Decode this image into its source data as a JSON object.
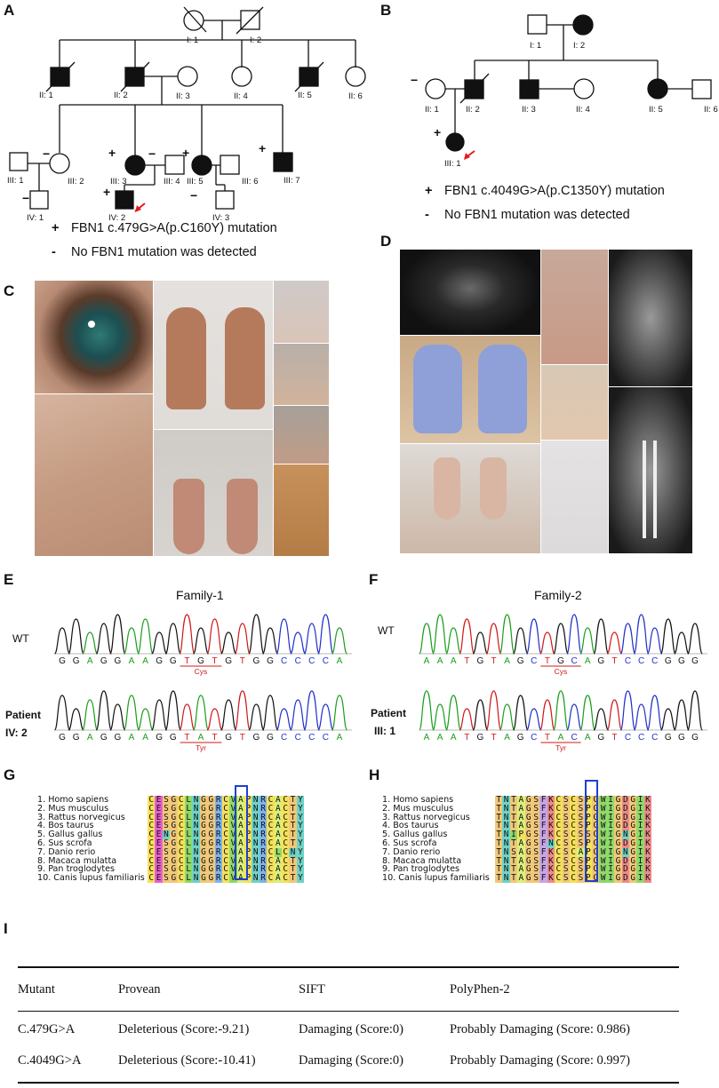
{
  "panels": {
    "A": "A",
    "B": "B",
    "C": "C",
    "D": "D",
    "E": "E",
    "F": "F",
    "G": "G",
    "H": "H",
    "I": "I"
  },
  "pedigreeA": {
    "labels": [
      "I: 1",
      "I: 2",
      "II: 1",
      "II: 2",
      "II: 3",
      "II: 4",
      "II: 5",
      "II: 6",
      "III: 1",
      "III: 2",
      "III: 3",
      "III: 4",
      "III: 5",
      "III: 6",
      "III: 7",
      "IV: 1",
      "IV: 2",
      "IV: 3"
    ],
    "legend_plus": "FBN1 c.479G>A(p.C160Y) mutation",
    "legend_minus": "No FBN1 mutation was detected",
    "plus_symbol": "+",
    "minus_symbol": "-"
  },
  "pedigreeB": {
    "labels": [
      "I: 1",
      "I: 2",
      "II: 1",
      "II: 2",
      "II: 3",
      "II: 4",
      "II: 5",
      "II: 6",
      "III: 1"
    ],
    "legend_plus": "FBN1 c.4049G>A(p.C1350Y) mutation",
    "legend_minus": "No FBN1 mutation was detected"
  },
  "chromE": {
    "title": "Family-1",
    "wt_label": "WT",
    "patient_label": "Patient",
    "patient_id": "IV: 2",
    "wt_seq": [
      "G",
      "G",
      "A",
      "G",
      "G",
      "A",
      "A",
      "G",
      "G",
      "T",
      "G",
      "T",
      "G",
      "T",
      "G",
      "G",
      "C",
      "C",
      "C",
      "C",
      "A"
    ],
    "pt_seq": [
      "G",
      "G",
      "A",
      "G",
      "G",
      "A",
      "A",
      "G",
      "G",
      "T",
      "A",
      "T",
      "G",
      "T",
      "G",
      "G",
      "C",
      "C",
      "C",
      "C",
      "A"
    ],
    "wt_codon": "Cys",
    "pt_codon": "Tyr"
  },
  "chromF": {
    "title": "Family-2",
    "wt_label": "WT",
    "patient_label": "Patient",
    "patient_id": "III: 1",
    "wt_seq": [
      "A",
      "A",
      "A",
      "T",
      "G",
      "T",
      "A",
      "G",
      "C",
      "T",
      "G",
      "C",
      "A",
      "G",
      "T",
      "C",
      "C",
      "C",
      "G",
      "G",
      "G"
    ],
    "pt_seq": [
      "A",
      "A",
      "A",
      "T",
      "G",
      "T",
      "A",
      "G",
      "C",
      "T",
      "A",
      "C",
      "A",
      "G",
      "T",
      "C",
      "C",
      "C",
      "G",
      "G",
      "G"
    ],
    "wt_codon": "Cys",
    "pt_codon": "Tyr"
  },
  "alignment": {
    "species": [
      "1. Homo sapiens",
      "2. Mus musculus",
      "3. Rattus norvegicus",
      "4. Bos taurus",
      "5. Gallus gallus",
      "6. Sus scrofa",
      "7. Danio rerio",
      "8. Macaca mulatta",
      "9. Pan troglodytes",
      "10. Canis lupus familiaris"
    ],
    "G_seqs": [
      "CESGCLNGGRCVAPNRCACTY",
      "CESGCLNGGRCVAPNRCACTY",
      "CESGCLNGGRCVAPNRCACTY",
      "CESGCLNGGRCVAPNRCACTY",
      "CENGCLNGGRCVAPNRCACTY",
      "CESGCLNGGRCVAPNRCACTY",
      "CESGCLNGGRCVAPNRCLCNY",
      "CESGCLNGGRCVAPNRCACTY",
      "CESGCLNGGRCVAPNRCACTY",
      "CESGCLNGGRCVAPNRCACTY"
    ],
    "H_seqs": [
      "TNTAGSFKCSCSPGWIGDGIK",
      "TNTAGSFKCSCSPGWIGDGIK",
      "TNTAGSFKCSCSPGWIGDGIK",
      "TNTAGSFKCSCSPGWIGDGIK",
      "TNIPGSFKCSCSSGWIGNGIK",
      "TNTAGSFNCSCSPGWIGDGIK",
      "TNSAGSFKCSCAPGWIGNGIK",
      "TNTAGSFKCSCSPGWIGDGIK",
      "TNTAGSFKCSCSPGWIGDGIK",
      "TNTAGSFKCSCSPGWIGDGIK"
    ],
    "colors": {
      "C": "#f5e15a",
      "E": "#e85fd0",
      "N": "#6fd3c8",
      "G": "#f0c878",
      "L": "#8fd96a",
      "R": "#7fb3ee",
      "V": "#8fd96a",
      "A": "#d9f07a",
      "P": "#f5e15a",
      "T": "#f0c878",
      "Y": "#6fd3c8",
      "S": "#f0c878",
      "K": "#ee8a8a",
      "F": "#c6a5e8",
      "W": "#8fd96a",
      "I": "#8fd96a",
      "D": "#ee8a8a",
      "H": "#7fb3ee"
    }
  },
  "table": {
    "headers": [
      "Mutant",
      "Provean",
      "SIFT",
      "PolyPhen-2"
    ],
    "rows": [
      [
        "C.479G>A",
        "Deleterious (Score:-9.21)",
        "Damaging (Score:0)",
        "Probably Damaging (Score: 0.986)"
      ],
      [
        "C.4049G>A",
        "Deleterious (Score:-10.41)",
        "Damaging (Score:0)",
        "Probably Damaging (Score: 0.997)"
      ]
    ]
  }
}
